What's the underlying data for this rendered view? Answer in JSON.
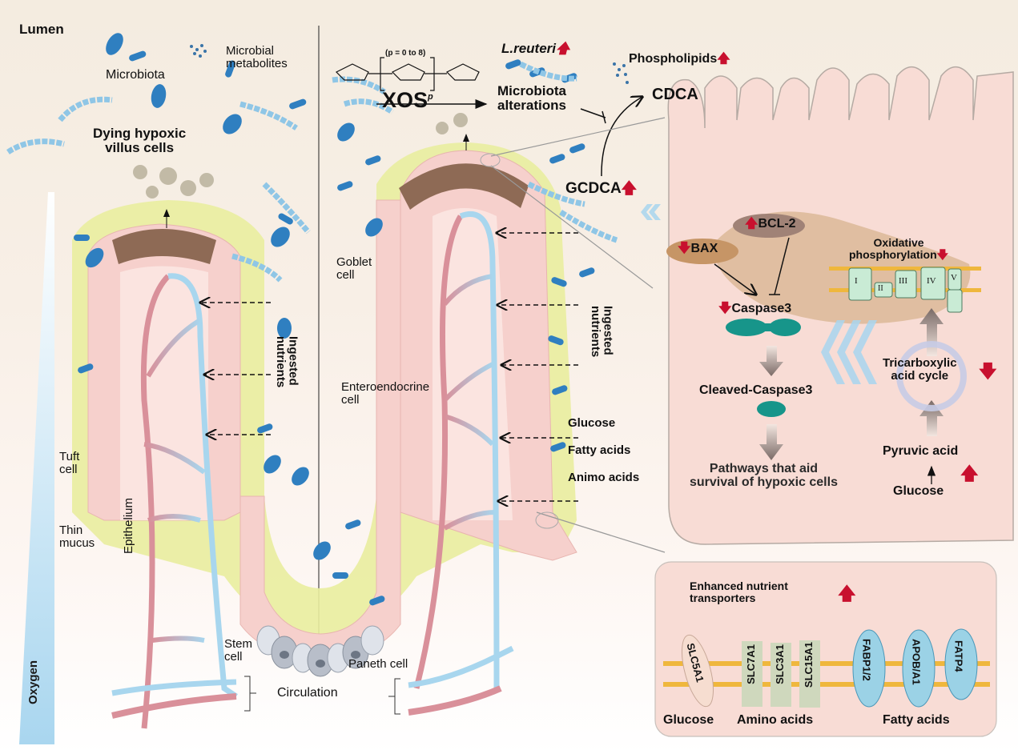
{
  "title_region": "Lumen",
  "gradient_label": "Oxygen",
  "left_panel": {
    "microbiota": "Microbiota",
    "microbial_metabolites": [
      "Microbial",
      "metabolites"
    ],
    "dying_cells": [
      "Dying hypoxic",
      "villus cells"
    ],
    "ingested_nutrients": [
      "Ingested",
      "nutrients"
    ],
    "tuft_cell": [
      "Tuft",
      "cell"
    ],
    "thin_mucus": [
      "Thin",
      "mucus"
    ],
    "epithelium": "Epithelium",
    "stem_cell": [
      "Stem",
      "cell"
    ],
    "paneth_cell": "Paneth cell",
    "circulation": "Circulation"
  },
  "right_villus": {
    "goblet_cell": [
      "Goblet",
      "cell"
    ],
    "enteroendocrine_cell": [
      "Enteroendocrine",
      "cell"
    ],
    "ingested_nutrients": [
      "Ingested",
      "nutrients"
    ],
    "nutrients": [
      "Glucose",
      "Fatty acids",
      "Animo acids"
    ]
  },
  "xos": {
    "label": "XOS",
    "superscript": "p",
    "range": "(p = 0 to 8)",
    "arrow_target": [
      "Microbiota",
      "alterations"
    ]
  },
  "metabolites": {
    "l_reuteri": "L.reuteri",
    "phospholipids": "Phospholipids",
    "cdca": "CDCA",
    "gcdca": "GCDCA"
  },
  "cell_panel": {
    "bax": "BAX",
    "bcl2": "BCL-2",
    "caspase3": "Caspase3",
    "cleaved_caspase3": "Cleaved-Caspase3",
    "pathways": [
      "Pathways that aid",
      "survival of hypoxic cells"
    ],
    "oxphos": [
      "Oxidative",
      "phosphorylation"
    ],
    "complexes": [
      "I",
      "II",
      "III",
      "IV",
      "V"
    ],
    "tca": [
      "Tricarboxylic",
      "acid cycle"
    ],
    "pyruvic_acid": "Pyruvic acid",
    "glucose": "Glucose"
  },
  "transporter_panel": {
    "title": [
      "Enhanced nutrient",
      "transporters"
    ],
    "transporters": [
      "SLC5A1",
      "SLC7A1",
      "SLC3A1",
      "SLC15A1",
      "FABP1/2",
      "APOB/A1",
      "FATP4"
    ],
    "groups": [
      "Glucose",
      "Amino acids",
      "Fatty acids"
    ]
  },
  "colors": {
    "up_arrow": "#c8102e",
    "caspase": "#17958a",
    "bacteria": "#2f7fc0",
    "mucus": "#e6ec9e",
    "epithelium": "#f6d0cc",
    "brush_border": "#8e6a55"
  }
}
